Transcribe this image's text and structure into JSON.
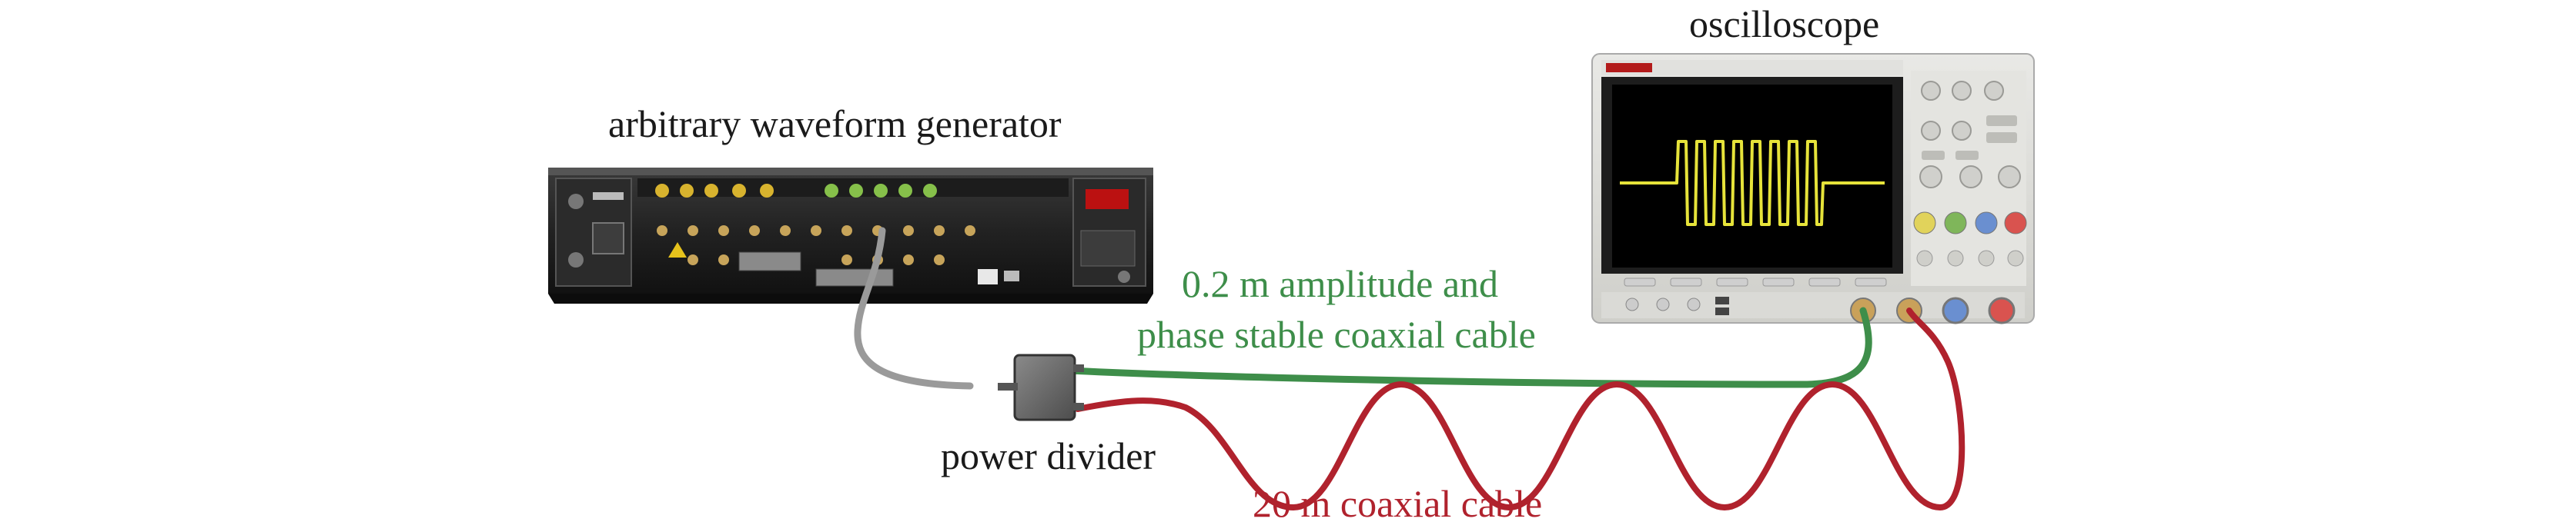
{
  "labels": {
    "awg": "arbitrary waveform generator",
    "oscilloscope": "oscilloscope",
    "green_cable_line1": "0.2 m amplitude and",
    "green_cable_line2": "phase stable coaxial cable",
    "power_divider": "power divider",
    "red_cable": "20 m coaxial cable"
  },
  "colors": {
    "green_cable": "#3e8e4a",
    "red_cable": "#b0222d",
    "gray_cable": "#9a9a9a",
    "text": "#1a1a1a",
    "screen_trace": "#e6e33a"
  }
}
